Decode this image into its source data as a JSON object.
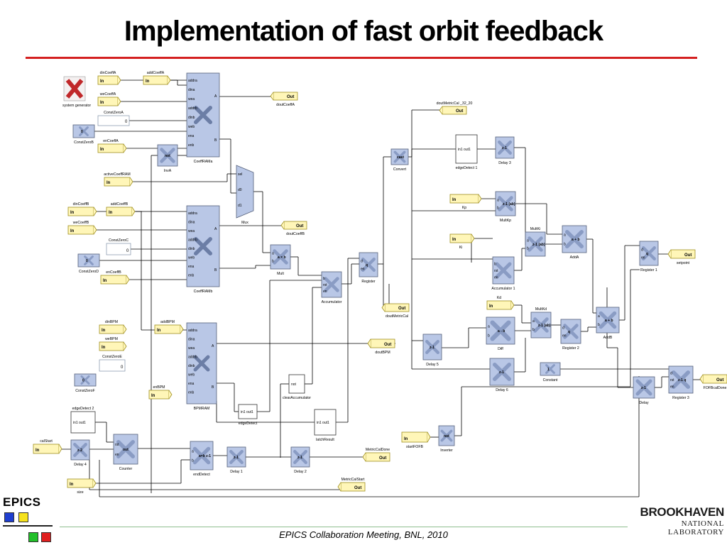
{
  "slide": {
    "title": "Implementation of fast orbit feedback",
    "footer": "EPICS Collaboration Meeting, BNL, 2010",
    "epics_logo_text": "EPICS",
    "bnl_logo_line1": "BROOKHAVEN",
    "bnl_logo_line2": "NATIONAL LABORATORY"
  },
  "colors": {
    "accent_rule": "#d42020",
    "port_fill": "#fff6b8",
    "port_border": "#a09020",
    "block_fill": "#b9c7e6",
    "block_border": "#55607a",
    "wire": "#000000",
    "xilinx_red": "#c0282a"
  },
  "diagram": {
    "blocks": [
      {
        "id": "sysgen",
        "label": "system generator",
        "text": "",
        "name": "system-generator-icon"
      },
      {
        "id": "dinA",
        "label": "dinCoeffA",
        "text": "In"
      },
      {
        "id": "addA",
        "label": "addCoeffA",
        "text": "In"
      },
      {
        "id": "weA",
        "label": "weCoeffA",
        "text": "In"
      },
      {
        "id": "cza",
        "label": "ConstZeroA",
        "text": "0"
      },
      {
        "id": "czb",
        "label": "ConstZeroB",
        "text": "0"
      },
      {
        "id": "enA",
        "label": "enCoeffA",
        "text": "In"
      },
      {
        "id": "ramA",
        "label": "CoeffRAMa",
        "ports": [
          "addra",
          "dina",
          "wea",
          "addrb",
          "dinb",
          "web",
          "ena",
          "enb"
        ],
        "outs": [
          "A",
          "B"
        ]
      },
      {
        "id": "doutA",
        "label": "doutCoeffA",
        "text": "Out"
      },
      {
        "id": "invA",
        "label": "InvA",
        "text": "not"
      },
      {
        "id": "activeRAM",
        "label": "activeCoeffRAM",
        "text": "In"
      },
      {
        "id": "mux",
        "label": "Mux",
        "ports": [
          "sel",
          "d0",
          "d1"
        ]
      },
      {
        "id": "dinB",
        "label": "dinCoeffB",
        "text": "In"
      },
      {
        "id": "addB",
        "label": "addCoeffB",
        "text": "In"
      },
      {
        "id": "weB",
        "label": "weCoeffB",
        "text": "In"
      },
      {
        "id": "czc",
        "label": "ConstZeroC",
        "text": "0"
      },
      {
        "id": "czd",
        "label": "ConstZeroD",
        "text": "0"
      },
      {
        "id": "enB",
        "label": "enCoeffB",
        "text": "In"
      },
      {
        "id": "ramB",
        "label": "CoeffRAMb",
        "ports": [
          "addra",
          "dina",
          "wea",
          "addrb",
          "dinb",
          "web",
          "ena",
          "enb"
        ],
        "outs": [
          "A",
          "B"
        ]
      },
      {
        "id": "doutB",
        "label": "doutCoeffB",
        "text": "Out"
      },
      {
        "id": "mult",
        "label": "Mult",
        "ports": [
          "a",
          "b"
        ],
        "text": "a × b"
      },
      {
        "id": "accum",
        "label": "Accumulator",
        "ports": [
          "b",
          "rst",
          "en"
        ]
      },
      {
        "id": "reg",
        "label": "Register",
        "ports": [
          "d",
          "en"
        ],
        "text": "q"
      },
      {
        "id": "convert",
        "label": "Convert",
        "text": "cast"
      },
      {
        "id": "doutMC",
        "label": "doutMetricCal",
        "text": "Out"
      },
      {
        "id": "doutMC32",
        "label": "doutMetricCal _32_20",
        "text": "Out"
      },
      {
        "id": "dinBPM",
        "label": "dinBPM",
        "text": "In"
      },
      {
        "id": "addBPM",
        "label": "addBPM",
        "text": "In"
      },
      {
        "id": "weBPM",
        "label": "weBPM",
        "text": "In"
      },
      {
        "id": "cze",
        "label": "ConstZeroE",
        "text": "0"
      },
      {
        "id": "czf",
        "label": "ConstZeroF",
        "text": "0"
      },
      {
        "id": "enBPM",
        "label": "enBPM",
        "text": "In"
      },
      {
        "id": "ramBPM",
        "label": "BPMRAM",
        "ports": [
          "addra",
          "dina",
          "wea",
          "addrb",
          "dinb",
          "web",
          "ena",
          "enb"
        ],
        "outs": [
          "A",
          "B"
        ]
      },
      {
        "id": "doutBPM",
        "label": "doutBPM",
        "text": "Out"
      },
      {
        "id": "clearAcc",
        "label": "clearAccumulator",
        "text": "not"
      },
      {
        "id": "edgeDet",
        "label": "edgeDetect",
        "text": "in1 out1"
      },
      {
        "id": "latch",
        "label": "latchResult",
        "text": "in1 out1"
      },
      {
        "id": "edge2",
        "label": "edgeDetect 2",
        "text": "in1 out1"
      },
      {
        "id": "calStart",
        "label": "calStart",
        "text": "In"
      },
      {
        "id": "delay4",
        "label": "Delay 4",
        "text": "z-2"
      },
      {
        "id": "counter",
        "label": "Counter",
        "ports": [
          "rst",
          "en"
        ],
        "text": "out"
      },
      {
        "id": "endDetect",
        "label": "endDetect",
        "ports": [
          "a",
          "b"
        ],
        "text": "a=b z-1"
      },
      {
        "id": "delay1",
        "label": "Delay 1",
        "text": "z-1"
      },
      {
        "id": "delay2",
        "label": "Delay 2",
        "text": "z-1"
      },
      {
        "id": "mcDone",
        "label": "MetricCalDone",
        "text": "Out"
      },
      {
        "id": "size",
        "label": "size",
        "text": "In"
      },
      {
        "id": "mcStart",
        "label": "MetricCalStart",
        "text": "Out"
      },
      {
        "id": "edge1",
        "label": "edgeDetect 1",
        "text": "in1 out1"
      },
      {
        "id": "delay3",
        "label": "Delay 3",
        "text": "z-1"
      },
      {
        "id": "kp",
        "label": "Kp",
        "text": "In"
      },
      {
        "id": "multKp",
        "label": "MultKp",
        "ports": [
          "a",
          "b"
        ],
        "text": "z-1 (ab)"
      },
      {
        "id": "ki",
        "label": "Ki",
        "text": "In"
      },
      {
        "id": "acc1",
        "label": "Accumulator 1",
        "ports": [
          "b",
          "rst",
          "en"
        ]
      },
      {
        "id": "multKi",
        "label": "MultKi",
        "ports": [
          "a",
          "b"
        ],
        "text": "z-1 (ab)"
      },
      {
        "id": "addA2",
        "label": "AddA",
        "ports": [
          "a",
          "b"
        ],
        "text": "a + b"
      },
      {
        "id": "kd",
        "label": "Kd",
        "text": "In"
      },
      {
        "id": "diff",
        "label": "Diff",
        "ports": [
          "a",
          "b"
        ],
        "text": "a - b"
      },
      {
        "id": "multKd",
        "label": "MultKd",
        "ports": [
          "a",
          "b"
        ],
        "text": "z-1 (ab)"
      },
      {
        "id": "reg2",
        "label": "Register 2",
        "ports": [
          "d",
          "en"
        ],
        "text": "q"
      },
      {
        "id": "addB2",
        "label": "AddB",
        "ports": [
          "a",
          "b"
        ],
        "text": "a + b"
      },
      {
        "id": "reg1",
        "label": "Register 1",
        "ports": [
          "d",
          "en"
        ],
        "text": "q"
      },
      {
        "id": "setpoint",
        "label": "setpoint",
        "text": "Out"
      },
      {
        "id": "delay5",
        "label": "Delay 5",
        "text": "z-1"
      },
      {
        "id": "delay6",
        "label": "Delay 6",
        "text": "z-1"
      },
      {
        "id": "constant",
        "label": "Constant",
        "text": "1"
      },
      {
        "id": "delay",
        "label": "Delay",
        "text": "z-1"
      },
      {
        "id": "reg3",
        "label": "Register 3",
        "ports": [
          "d",
          "rst",
          "en"
        ],
        "text": "z-1 q"
      },
      {
        "id": "fofbDone",
        "label": "FOFBcalDone",
        "text": "Out"
      },
      {
        "id": "startFOFB",
        "label": "startFOFB",
        "text": "In"
      },
      {
        "id": "inverter",
        "label": "Inverter",
        "text": "not"
      }
    ]
  }
}
